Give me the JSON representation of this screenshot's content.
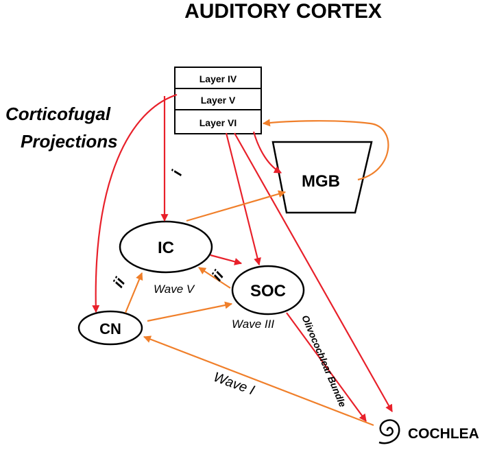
{
  "title": "AUDITORY CORTEX",
  "side_label_line1": "Corticofugal",
  "side_label_line2": "Projections",
  "layers": [
    "Layer IV",
    "Layer V",
    "Layer VI"
  ],
  "nodes": {
    "mgb": "MGB",
    "ic": "IC",
    "soc": "SOC",
    "cn": "CN",
    "cochlea": "COCHLEA"
  },
  "waves": {
    "wave_v": "Wave V",
    "wave_iii": "Wave III",
    "wave_i": "Wave I"
  },
  "bundle": "Olivocochlear Bundle",
  "markers": {
    "i": "i",
    "ii_left": "ii",
    "ii_right": "ii"
  },
  "colors": {
    "descending": "#e8202a",
    "ascending": "#f07f2a",
    "stroke": "#000000"
  }
}
